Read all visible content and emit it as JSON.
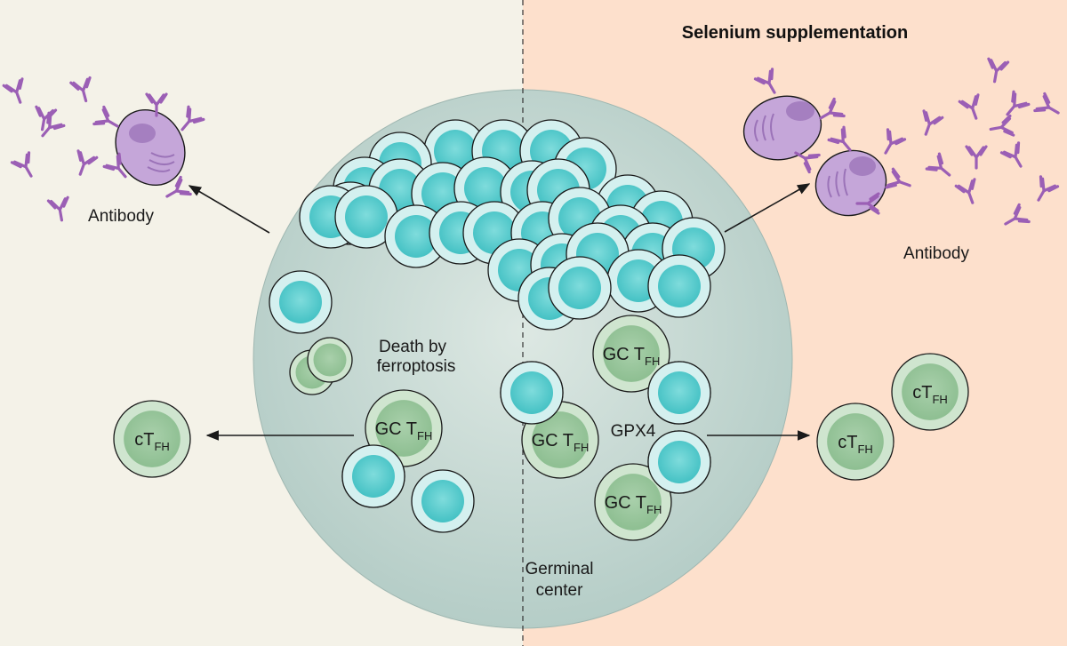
{
  "header": {
    "title": "Selenium supplementation"
  },
  "labels": {
    "antibody_left": "Antibody",
    "antibody_right": "Antibody",
    "death_line1": "Death by",
    "death_line2": "ferroptosis",
    "gpx4": "GPX4",
    "germinal_line1": "Germinal",
    "germinal_line2": "center"
  },
  "cell_labels": {
    "gc_prefix": "GC T",
    "ct_prefix": "cT",
    "subscript": "FH"
  },
  "colors": {
    "left_background": "#f4f2e8",
    "right_background": "#fde0cc",
    "germinal_center": "#c9dcd6",
    "b_cell": "#6fcfcf",
    "tfh_cell": "#a7ccaa",
    "plasma_cell": "#c5a6d9",
    "antibody": "#9b5fb5"
  },
  "icons": {
    "antibody": "y-shaped-antibody-icon",
    "plasma_cell": "plasma-cell-icon",
    "b_cell": "b-cell-icon",
    "tfh_cell": "t-cell-icon",
    "arrow": "arrow-icon"
  }
}
